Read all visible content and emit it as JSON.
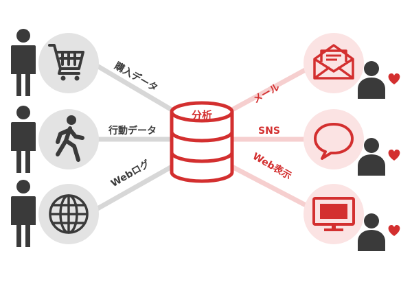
{
  "center": {
    "label": "分析"
  },
  "inputs": [
    {
      "label": "購入データ",
      "icon": "shopping-cart-icon"
    },
    {
      "label": "行動データ",
      "icon": "walking-person-icon"
    },
    {
      "label": "Webログ",
      "icon": "globe-icon"
    }
  ],
  "outputs": [
    {
      "label": "メール",
      "icon": "envelope-icon"
    },
    {
      "label": "SNS",
      "icon": "speech-bubble-icon"
    },
    {
      "label": "Web表示",
      "icon": "monitor-icon"
    }
  ],
  "colors": {
    "accent": "#d32f2f",
    "dark": "#3a3a3a",
    "left_circle": "#e3e3e3",
    "right_circle": "#fbe3e3",
    "left_line": "#d7d7d7",
    "right_line": "#f6cfcf",
    "heart": "#d32f2f"
  }
}
